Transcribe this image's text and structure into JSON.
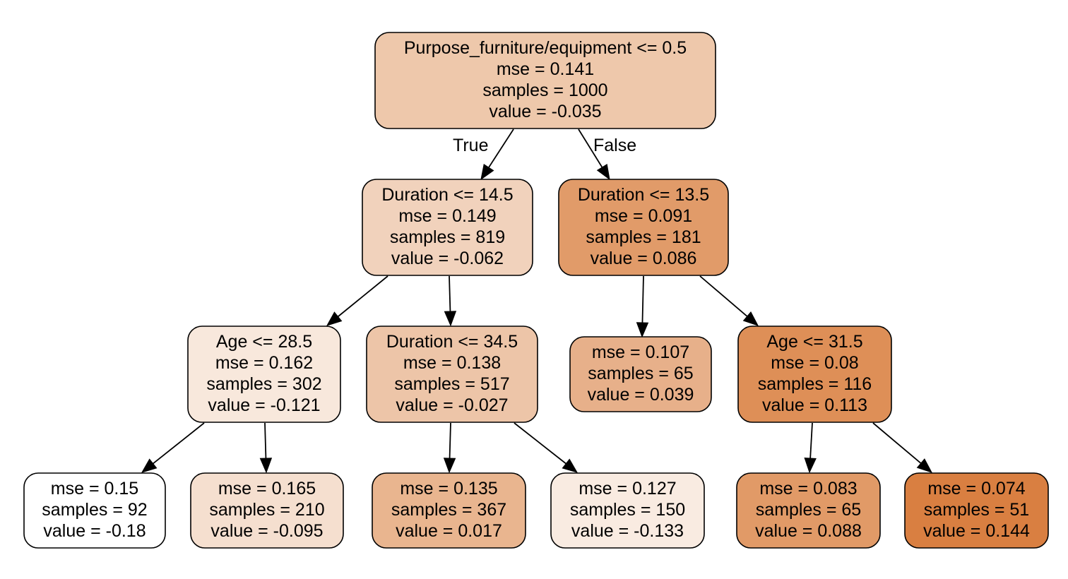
{
  "tree": {
    "edge_labels": {
      "true_label": "True",
      "false_label": "False"
    },
    "nodes": [
      {
        "id": "n0",
        "lines": [
          "Purpose_furniture/equipment <= 0.5",
          "mse = 0.141",
          "samples = 1000",
          "value = -0.035"
        ],
        "fill": "#eec8ab"
      },
      {
        "id": "n1",
        "lines": [
          "Duration <= 14.5",
          "mse = 0.149",
          "samples = 819",
          "value = -0.062"
        ],
        "fill": "#f1d2bc"
      },
      {
        "id": "n2",
        "lines": [
          "Duration <= 13.5",
          "mse = 0.091",
          "samples = 181",
          "value = 0.086"
        ],
        "fill": "#e19b69"
      },
      {
        "id": "n3",
        "lines": [
          "Age <= 28.5",
          "mse = 0.162",
          "samples = 302",
          "value = -0.121"
        ],
        "fill": "#f8e8dc"
      },
      {
        "id": "n4",
        "lines": [
          "Duration <= 34.5",
          "mse = 0.138",
          "samples = 517",
          "value = -0.027"
        ],
        "fill": "#edc5a8"
      },
      {
        "id": "n5",
        "lines": [
          "mse = 0.107",
          "samples = 65",
          "value = 0.039"
        ],
        "fill": "#e7b08a"
      },
      {
        "id": "n6",
        "lines": [
          "Age <= 31.5",
          "mse = 0.08",
          "samples = 116",
          "value = 0.113"
        ],
        "fill": "#de8f57"
      },
      {
        "id": "n7",
        "lines": [
          "mse = 0.15",
          "samples = 92",
          "value = -0.18"
        ],
        "fill": "#ffffff"
      },
      {
        "id": "n8",
        "lines": [
          "mse = 0.165",
          "samples = 210",
          "value = -0.095"
        ],
        "fill": "#f5dfcf"
      },
      {
        "id": "n9",
        "lines": [
          "mse = 0.135",
          "samples = 367",
          "value = 0.017"
        ],
        "fill": "#e9b58f"
      },
      {
        "id": "n10",
        "lines": [
          "mse = 0.127",
          "samples = 150",
          "value = -0.133"
        ],
        "fill": "#f9ebe1"
      },
      {
        "id": "n11",
        "lines": [
          "mse = 0.083",
          "samples = 65",
          "value = 0.088"
        ],
        "fill": "#e19a67"
      },
      {
        "id": "n12",
        "lines": [
          "mse = 0.074",
          "samples = 51",
          "value = 0.144"
        ],
        "fill": "#d97f41"
      }
    ],
    "edges": [
      {
        "from": "n0",
        "to": "n1",
        "label": "true_label"
      },
      {
        "from": "n0",
        "to": "n2",
        "label": "false_label"
      },
      {
        "from": "n1",
        "to": "n3"
      },
      {
        "from": "n1",
        "to": "n4"
      },
      {
        "from": "n2",
        "to": "n5"
      },
      {
        "from": "n2",
        "to": "n6"
      },
      {
        "from": "n3",
        "to": "n7"
      },
      {
        "from": "n3",
        "to": "n8"
      },
      {
        "from": "n4",
        "to": "n9"
      },
      {
        "from": "n4",
        "to": "n10"
      },
      {
        "from": "n6",
        "to": "n11"
      },
      {
        "from": "n6",
        "to": "n12"
      }
    ]
  }
}
